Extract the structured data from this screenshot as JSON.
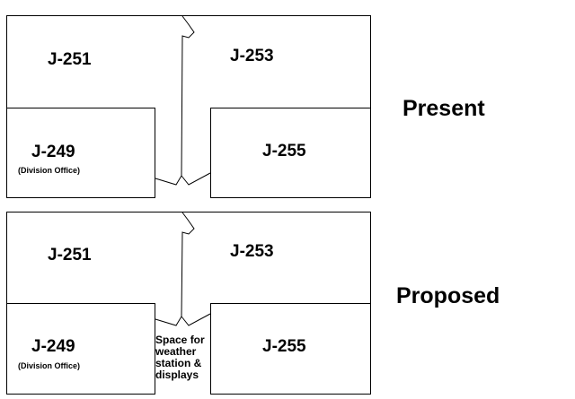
{
  "present": {
    "title": "Present",
    "rooms": {
      "j251": "J-251",
      "j253": "J-253",
      "j249": "J-249",
      "j249_sub": "(Division Office)",
      "j255": "J-255"
    }
  },
  "proposed": {
    "title": "Proposed",
    "rooms": {
      "j251": "J-251",
      "j253": "J-253",
      "j249": "J-249",
      "j249_sub": "(Division Office)",
      "j255": "J-255"
    },
    "space_note": [
      "Space for",
      "weather",
      "station &",
      "displays"
    ]
  }
}
